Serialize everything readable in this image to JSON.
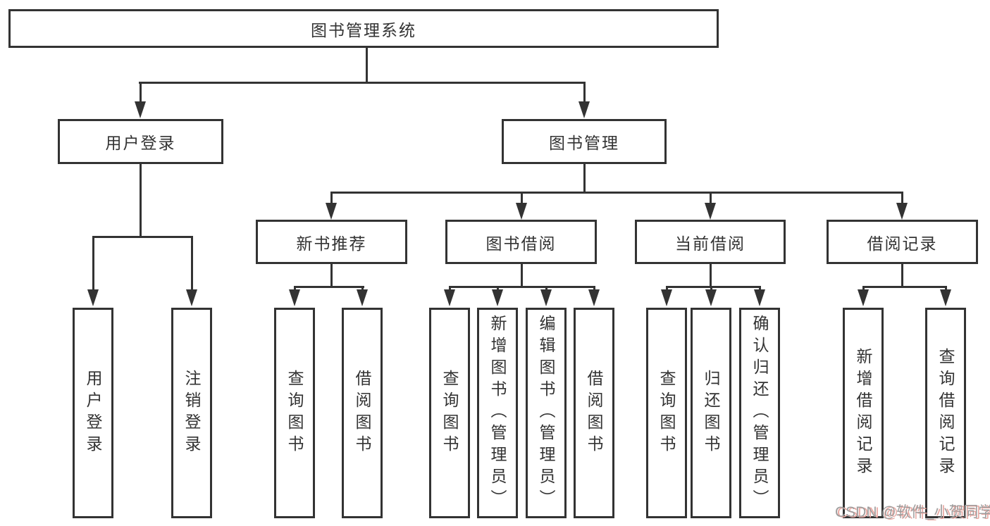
{
  "diagram_title": "图书管理系统",
  "tree": {
    "label": "图书管理系统",
    "children": [
      {
        "label": "用户登录",
        "children": [
          {
            "label": "用户登录"
          },
          {
            "label": "注销登录"
          }
        ]
      },
      {
        "label": "图书管理",
        "children": [
          {
            "label": "新书推荐",
            "children": [
              {
                "label": "查询图书"
              },
              {
                "label": "借阅图书"
              }
            ]
          },
          {
            "label": "图书借阅",
            "children": [
              {
                "label": "查询图书"
              },
              {
                "label": "新增图书（管理员）"
              },
              {
                "label": "编辑图书（管理员）"
              },
              {
                "label": "借阅图书"
              }
            ]
          },
          {
            "label": "当前借阅",
            "children": [
              {
                "label": "查询图书"
              },
              {
                "label": "归还图书"
              },
              {
                "label": "确认归还（管理员）"
              }
            ]
          },
          {
            "label": "借阅记录",
            "children": [
              {
                "label": "新增借阅记录"
              },
              {
                "label": "查询借阅记录"
              }
            ]
          }
        ]
      }
    ]
  },
  "watermark": "CSDN @软件_小贺同学",
  "colors": {
    "line": "#333333",
    "box_background": "#ffffff",
    "page_background": "#ffffff",
    "watermark_text": "#9e9e9e",
    "watermark_shadow": "#e9a8a2"
  }
}
